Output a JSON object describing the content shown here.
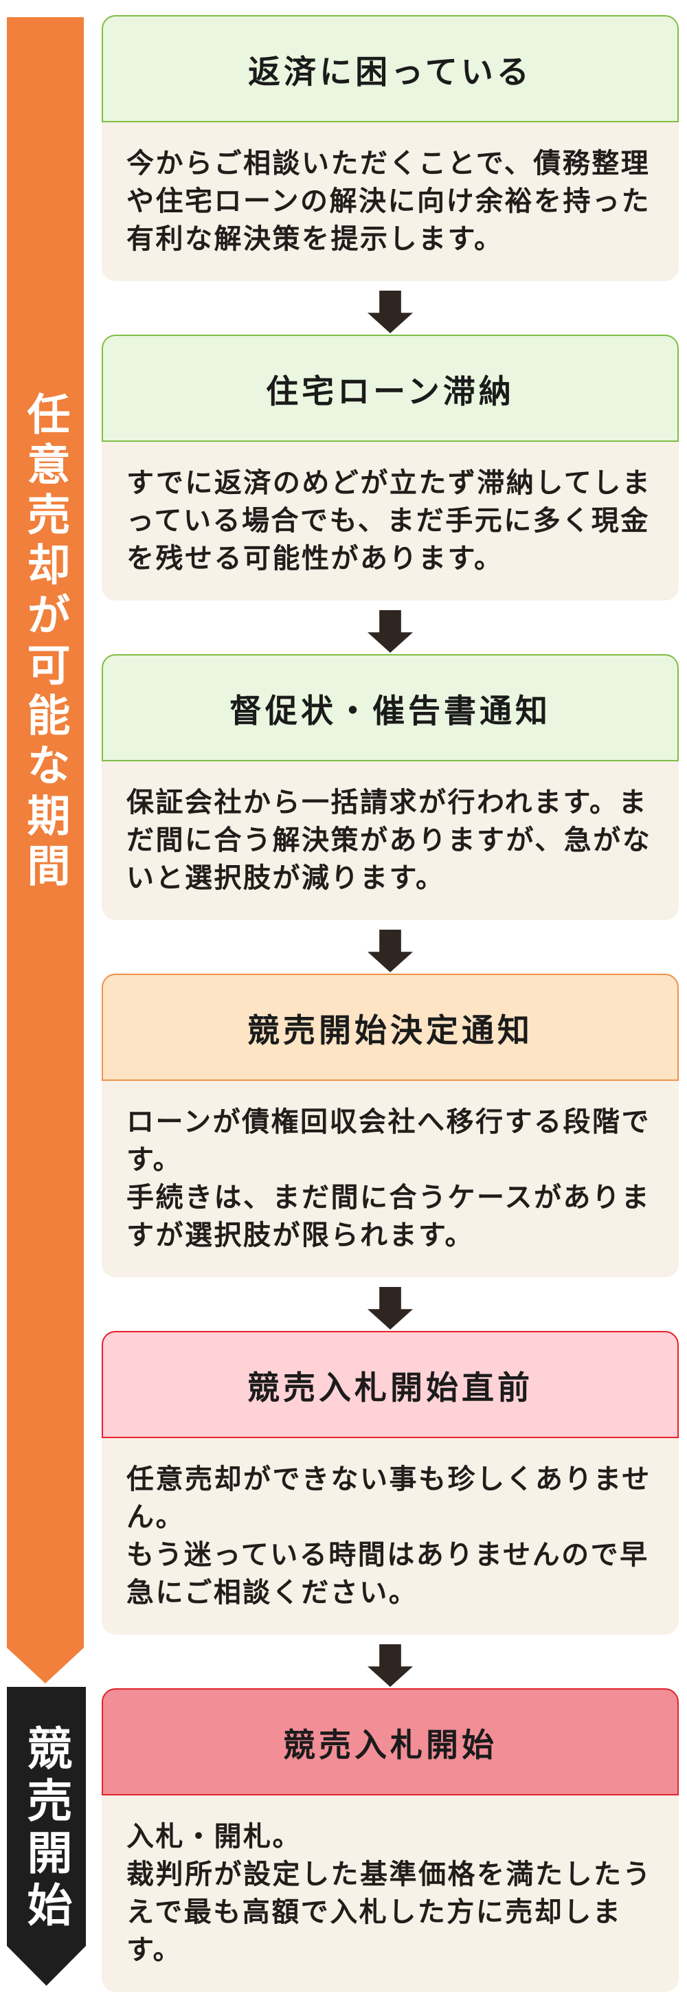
{
  "page": {
    "background": "#FFFFFF"
  },
  "theme": {
    "description_bg": "#F7F1E8",
    "arrow_color": "#2F2521",
    "title_color": "#1B1B1B",
    "variants": {
      "green": {
        "header_bg": "#EAF6DF",
        "border": "#7FBE45"
      },
      "orange": {
        "header_bg": "#FCE4C5",
        "border": "#EE9248"
      },
      "pink": {
        "header_bg": "#FFD2D7",
        "border": "#E8202A"
      },
      "red": {
        "header_bg": "#F28E96",
        "border": "#E0242E"
      }
    }
  },
  "left_rail": {
    "period_banner": {
      "label": "任意売却が可能な期間",
      "bg": "#F0803C",
      "text_color": "#FFFFFF"
    },
    "auction_banner": {
      "label": "競売開始",
      "bg": "#1E1E1E",
      "text_color": "#FFFFFF"
    }
  },
  "flow": {
    "steps": [
      {
        "variant": "green",
        "title": "返済に困っている",
        "paragraphs": [
          "今からご相談いただくことで、債務整理や住宅ローンの解決に向け余裕を持った有利な解決策を提示します。"
        ]
      },
      {
        "variant": "green",
        "title": "住宅ローン滞納",
        "paragraphs": [
          "すでに返済のめどが立たず滞納してしまっている場合でも、まだ手元に多く現金を残せる可能性があります。"
        ]
      },
      {
        "variant": "green",
        "title": "督促状・催告書通知",
        "paragraphs": [
          "保証会社から一括請求が行われます。まだ間に合う解決策がありますが、急がないと選択肢が減ります。"
        ]
      },
      {
        "variant": "orange",
        "title": "競売開始決定通知",
        "paragraphs": [
          "ローンが債権回収会社へ移行する段階です。",
          "手続きは、まだ間に合うケースがありますが選択肢が限られます。"
        ]
      },
      {
        "variant": "pink",
        "title": "競売入札開始直前",
        "paragraphs": [
          "任意売却ができない事も珍しくありません。",
          "もう迷っている時間はありませんので早急にご相談ください。"
        ]
      },
      {
        "variant": "red",
        "title": "競売入札開始",
        "paragraphs": [
          "入札・開札。",
          "裁判所が設定した基準価格を満たしたうえで最も高額で入札した方に売却します。"
        ]
      }
    ]
  }
}
